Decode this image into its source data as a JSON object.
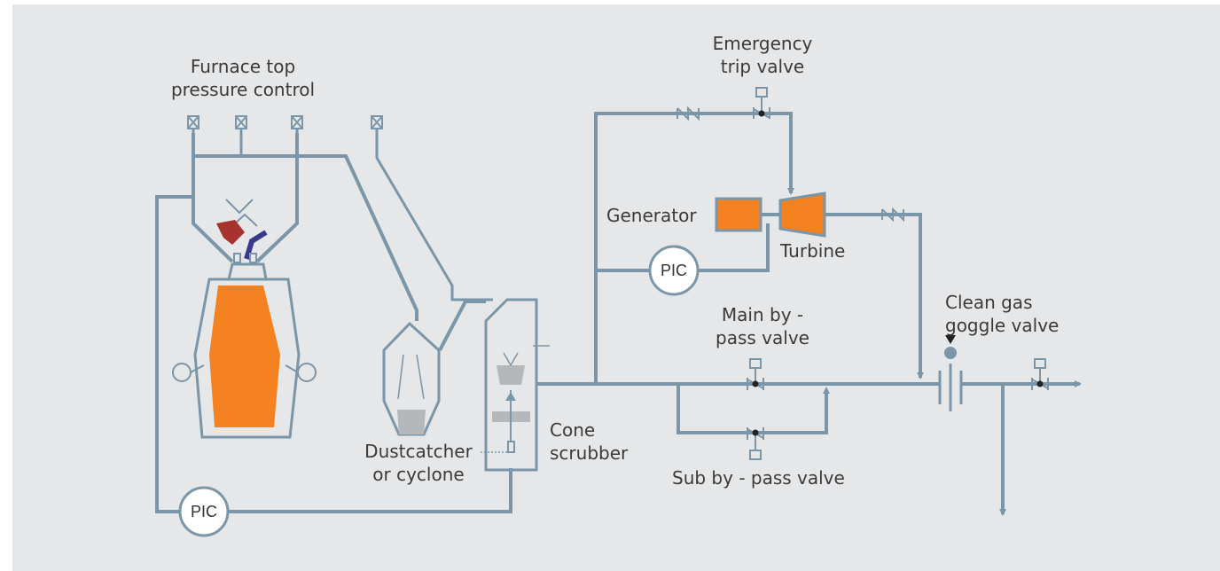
{
  "colors": {
    "background": "#e6e7e8",
    "pipe": "#7b96a8",
    "equipment": "#f58220",
    "hot_metal": "#a8322d",
    "cold_charge": "#3a3a8c",
    "label": "#3a3a3a"
  },
  "labels": {
    "furnace_top_pressure_control": "Furnace top\npressure control",
    "emergency_trip_valve": "Emergency\ntrip valve",
    "generator": "Generator",
    "turbine": "Turbine",
    "pic_turbine": "PIC",
    "pic_furnace": "PIC",
    "main_bypass_valve": "Main by -\npass valve",
    "sub_bypass_valve": "Sub by - pass valve",
    "clean_gas_goggle_valve": "Clean gas\ngoggle valve",
    "dustcatcher": "Dustcatcher\nor cyclone",
    "cone_scrubber": "Cone\nscrubber"
  }
}
